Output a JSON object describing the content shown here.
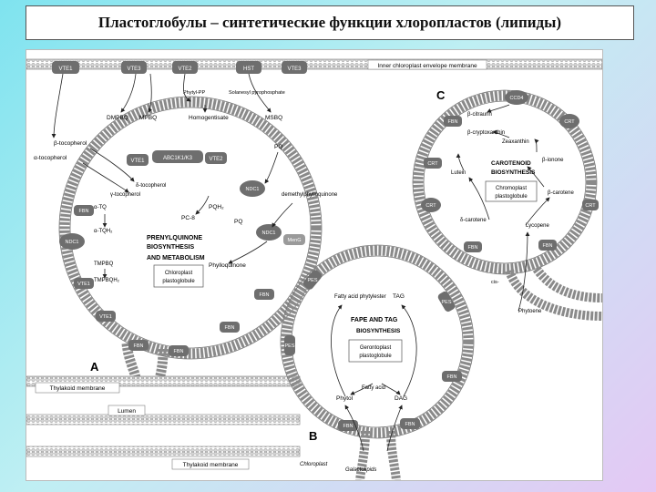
{
  "title": "Пластоглобулы – синтетические функции хлоропластов (липиды)",
  "panels": {
    "a": "A",
    "b": "B",
    "c": "C"
  },
  "membranes": {
    "inner_envelope": "Inner chloroplast envelope membrane",
    "thylakoid_a": "Thylakoid membrane",
    "lumen": "Lumen",
    "thylakoid_b": "Thylakoid membrane"
  },
  "enzymes": {
    "vte1": "VTE1",
    "vte2": "VTE2",
    "vte3": "VTE3",
    "hst": "HST",
    "ndc1": "NDC1",
    "abc": "ABC1K1/K3",
    "menG": "MenG",
    "ccd4": "CCD4",
    "crt": "CRT",
    "pes": "PES",
    "fbn": "FBN"
  },
  "panel_a": {
    "dmpbq": "DMPBQ",
    "mpbq": "MPBQ",
    "homogentisate": "Homogentisate",
    "msbq": "MSBQ",
    "phytyl_pp": "Phytyl-PP",
    "solanesyl_pp": "Solanesyl pyrophosphate",
    "beta_tocopherol": "β-tocopherol",
    "alpha_tocopherol": "α-tocopherol",
    "delta_tocopherol": "δ-tocopherol",
    "gamma_tocopherol": "γ-tocopherol",
    "pq": "PQ",
    "pqh2": "PQH₂",
    "pc8": "PC-8",
    "demethyl": "demethylphylloquinone",
    "phylloquinone": "Phylloquinone",
    "heading": "PRENYLQUINONE",
    "heading2": "BIOSYNTHESIS",
    "heading3": "AND METABOLISM",
    "box": "Chloroplast",
    "box2": "plastoglobule",
    "alpha_tq": "α-TQ",
    "alpha_tqh2": "α-TQH₂",
    "tmpbq": "TMPBQ",
    "tmpbqh2": "TMPBQH₂"
  },
  "panel_b": {
    "fatty_acid_phytyl": "Fatty acid phytylester",
    "tag": "TAG",
    "heading": "FAPE AND TAG",
    "heading2": "BIOSYNTHESIS",
    "box": "Gerontoplast",
    "box2": "plastoglobule",
    "fatty_acid": "Fatty acid",
    "phytol": "Phytol",
    "dag": "DAG",
    "chloroplast": "Chloroplast",
    "galactolipids": "Galactolipids"
  },
  "panel_c": {
    "beta_citraurin": "β-citraurin",
    "beta_cryptoxanthin": "β-cryptoxanthin",
    "zeaxanthin": "Zeaxanthin",
    "beta_ionone": "β-ionone",
    "lutein": "Lutein",
    "heading": "CAROTENOID",
    "heading2": "BIOSYNTHESIS",
    "box": "Chromoplast",
    "box2": "plastoglobule",
    "beta_carotene": "β-carotene",
    "lycopene": "Lycopene",
    "d_carotene": "δ-carotene",
    "phytoene": "Phytoene",
    "cis": "cis-"
  },
  "colors": {
    "enzyme_fill": "#6e6e6e",
    "membrane": "#8a8a8a",
    "accent_star": "#444444"
  }
}
